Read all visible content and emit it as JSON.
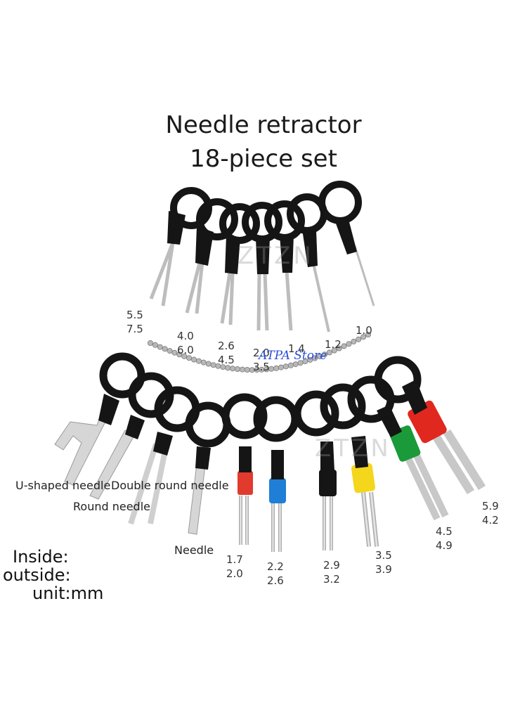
{
  "title": {
    "line1": "Needle retractor",
    "line2": "18-piece set"
  },
  "top_row_sizes": [
    {
      "a": "5.5",
      "b": "7.5"
    },
    {
      "a": "4.0",
      "b": "6.0"
    },
    {
      "a": "2.6",
      "b": "4.5"
    },
    {
      "a": "2.0",
      "b": "3.5"
    },
    {
      "a": "1.4",
      "b": ""
    },
    {
      "a": "1.2",
      "b": ""
    },
    {
      "a": "1.0",
      "b": ""
    }
  ],
  "needle_types": {
    "u_shaped": "U-shaped needle",
    "round": "Round needle",
    "double_round": "Double round needle",
    "needle": "Needle"
  },
  "bottom_row_sizes": [
    {
      "a": "1.7",
      "b": "2.0"
    },
    {
      "a": "2.2",
      "b": "2.6"
    },
    {
      "a": "2.9",
      "b": "3.2"
    },
    {
      "a": "3.5",
      "b": "3.9"
    },
    {
      "a": "4.5",
      "b": "4.9"
    },
    {
      "a": "5.9",
      "b": "4.2"
    }
  ],
  "legend": {
    "inside": "Inside:",
    "outside": "outside:",
    "unit": "unit:mm"
  },
  "watermark": "ATPA Store",
  "brand_mark": "ZTZN",
  "sleeve_colors": {
    "red": "#e23a2c",
    "blue": "#1f7fd6",
    "black": "#151515",
    "yellow": "#f4d61c",
    "green": "#1b9a3a",
    "red_large": "#e0281f"
  }
}
